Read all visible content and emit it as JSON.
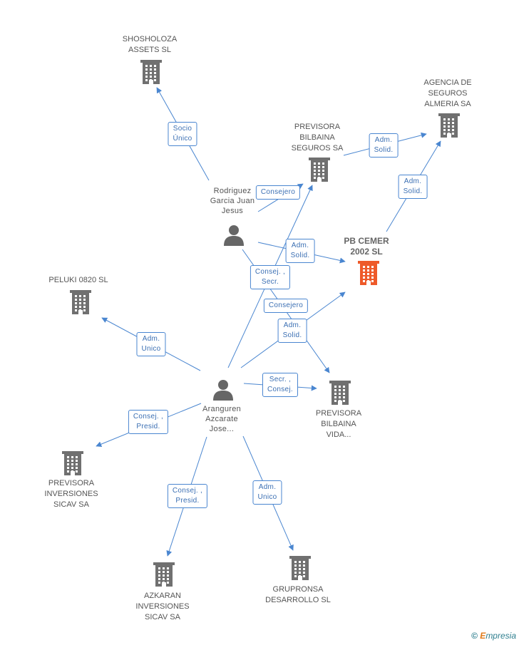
{
  "colors": {
    "company": "#707070",
    "company_focus": "#ee5a2a",
    "person": "#666666",
    "edge": "#4a86d0",
    "edge_text": "#3b6fb3",
    "label_text": "#555555"
  },
  "nodes": [
    {
      "id": "shosholoza",
      "type": "company",
      "label": "SHOSHOLOZA\nASSETS SL"
    },
    {
      "id": "agencia",
      "type": "company",
      "label": "AGENCIA DE\nSEGUROS\nALMERIA SA"
    },
    {
      "id": "prev_bilbaina_seguros",
      "type": "company",
      "label": "PREVISORA\nBILBAINA\nSEGUROS SA"
    },
    {
      "id": "rodriguez",
      "type": "person",
      "label": "Rodriguez\nGarcia Juan\nJesus"
    },
    {
      "id": "pb_cemer",
      "type": "company_focus",
      "label": "PB CEMER\n2002 SL"
    },
    {
      "id": "peluki",
      "type": "company",
      "label": "PELUKI 0820 SL"
    },
    {
      "id": "aranguren",
      "type": "person",
      "label": "Aranguren\nAzcarate\nJose..."
    },
    {
      "id": "prev_bilbaina_vida",
      "type": "company",
      "label": "PREVISORA\nBILBAINA\nVIDA..."
    },
    {
      "id": "prev_inversiones",
      "type": "company",
      "label": "PREVISORA\nINVERSIONES\nSICAV SA"
    },
    {
      "id": "azkaran",
      "type": "company",
      "label": "AZKARAN\nINVERSIONES\nSICAV SA"
    },
    {
      "id": "grupronsa",
      "type": "company",
      "label": "GRUPRONSA\nDESARROLLO SL"
    }
  ],
  "edges": [
    {
      "id": "e1",
      "label": "Socio\nÚnico"
    },
    {
      "id": "e2",
      "label": "Consejero"
    },
    {
      "id": "e3",
      "label": "Adm.\nSolid."
    },
    {
      "id": "e4",
      "label": "Adm.\nSolid."
    },
    {
      "id": "e5",
      "label": "Adm.\nSolid."
    },
    {
      "id": "e6",
      "label": "Consejero"
    },
    {
      "id": "e7",
      "label": "Consej. ,\nSecr."
    },
    {
      "id": "e8",
      "label": "Adm.\nSolid."
    },
    {
      "id": "e9",
      "label": "Adm.\nUnico"
    },
    {
      "id": "e10",
      "label": "Secr. ,\nConsej."
    },
    {
      "id": "e11",
      "label": "Consej. ,\nPresid."
    },
    {
      "id": "e12",
      "label": "Consej. ,\nPresid."
    },
    {
      "id": "e13",
      "label": "Adm.\nUnico"
    }
  ],
  "brand": {
    "copyright": "©",
    "initial": "E",
    "rest": "mpresia"
  }
}
